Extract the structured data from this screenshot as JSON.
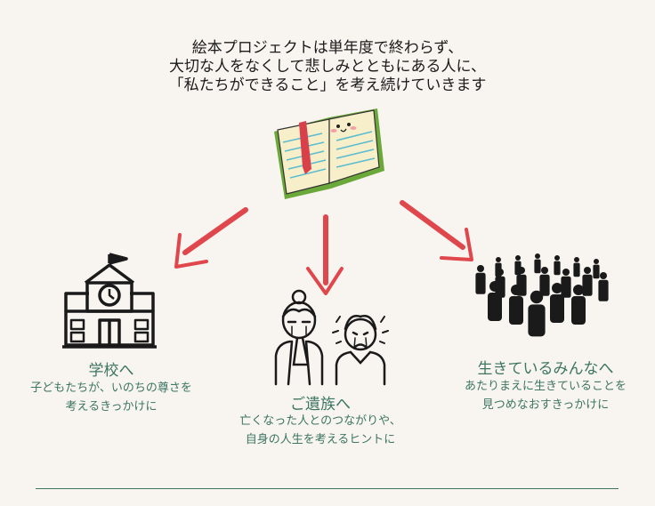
{
  "intro": {
    "lines": [
      "絵本プロジェクトは単年度で終わらず、",
      "大切な人をなくして悲しみとともにある人に、",
      "「私たちができること」を考え続けていきます"
    ]
  },
  "groups": {
    "school": {
      "title": "学校へ",
      "desc": [
        "子どもたちが、いのちの尊さを",
        "考えるきっかけに"
      ]
    },
    "family": {
      "title": "ご遺族へ",
      "desc": [
        "亡くなった人とのつながりや、",
        "自身の人生を考えるヒントに"
      ]
    },
    "everyone": {
      "title": "生きているみんなへ",
      "desc": [
        "あたりまえに生きていることを",
        "見つめなおすきっかけに"
      ]
    }
  },
  "icons": [
    "book-icon",
    "school-building-icon",
    "grieving-people-icon",
    "crowd-icon",
    "arrow-icon"
  ],
  "colors": {
    "background": "#f8f5f0",
    "text_green": "#3d7563",
    "arrow_red": "#e0474c",
    "book_green": "#6ba83a",
    "icon_black": "#1a1a1a"
  }
}
